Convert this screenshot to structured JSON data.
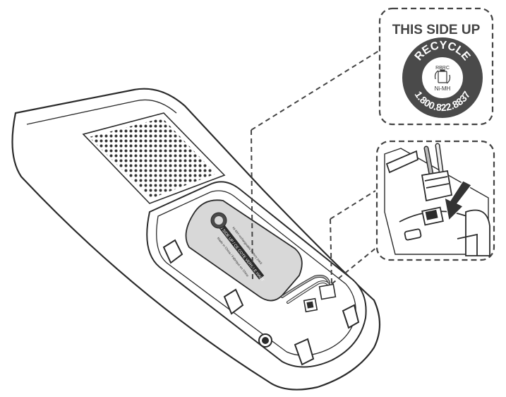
{
  "callout_label": {
    "title": "THIS SIDE UP"
  },
  "recycle_seal": {
    "top_text": "RECYCLE",
    "org": "RBRC",
    "chemistry": "Ni-MH",
    "phone": "1.800.822.8837"
  },
  "battery_label": {
    "line1": "THIS SIDE UP / CE COTE VERS LE HAUT",
    "line2": "Ni-MH rechargeable battery pack",
    "line3": "Made in China / Fabriqué en Chine"
  },
  "colors": {
    "stroke": "#2b2b2b",
    "seal": "#4a4a4a",
    "label": "#d8d8d8",
    "dash": "#444444"
  }
}
